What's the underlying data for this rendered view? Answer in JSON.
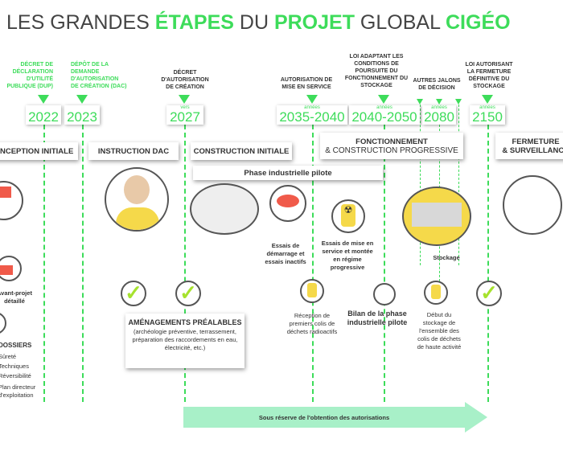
{
  "title": {
    "p1": "LES GRANDES ",
    "p2": "ÉTAPES",
    "p3": " DU ",
    "p4": "PROJET",
    "p5": " GLOBAL ",
    "p6": "CIGÉO"
  },
  "milestones": [
    {
      "label": "Décret de déclaration d'utilité publique (DUP)",
      "prefix": "",
      "year": "2022"
    },
    {
      "label": "Dépôt de la demande d'autorisation de création (DAC)",
      "prefix": "",
      "year": "2023"
    },
    {
      "label": "Décret d'autorisation de création",
      "prefix": "vers",
      "year": "2027"
    },
    {
      "label": "Autorisation de mise en service",
      "prefix": "années",
      "year": "2035-2040"
    },
    {
      "label": "Loi adaptant les conditions de poursuite du fonctionnement du stockage",
      "prefix": "années",
      "year": "2040-2050"
    },
    {
      "label": "Autres jalons de décision",
      "prefix": "années",
      "year": "2080"
    },
    {
      "label": "Loi autorisant la fermeture définitive du stockage",
      "prefix": "années",
      "year": "2150"
    }
  ],
  "phases": {
    "conception": "CONCEPTION INITIALE",
    "instruction": "INSTRUCTION DAC",
    "construction": "CONSTRUCTION INITIALE",
    "fonctionnement": "FONCTIONNEMENT",
    "fonctionnement_sub": "& CONSTRUCTION PROGRESSIVE",
    "fermeture": "FERMETURE",
    "fermeture_sub": "& SURVEILLANCE"
  },
  "pilot_label": "Phase industrielle pilote",
  "captions": {
    "avant_projet": "Avant-projet détaillé",
    "dossiers": "DOSSIERS",
    "dossiers_items": [
      "Sûreté",
      "Techniques",
      "Réversibilité",
      "Plan directeur d'exploitation"
    ],
    "essais_demarrage": "Essais de démarrage et essais inactifs",
    "essais_service": "Essais de mise en service et montée en régime progressive",
    "stockage": "Stockage",
    "reception": "Réception de premiers colis de déchets radioactifs",
    "bilan": "Bilan de la phase industrielle pilote",
    "debut": "Début du stockage de l'ensemble des colis de déchets de haute activité"
  },
  "amenagements": {
    "title": "AMÉNAGEMENTS PRÉALABLES",
    "text": "(archéologie préventive, terrassement, préparation des raccordements en eau, électricité, etc.)"
  },
  "arrow_text": "Sous réserve de l'obtention des autorisations",
  "colors": {
    "green": "#3ddc5a",
    "check": "#a6e22e",
    "arrow": "#a8f0c8",
    "yellow": "#f5d94a",
    "red": "#f05a4a"
  }
}
